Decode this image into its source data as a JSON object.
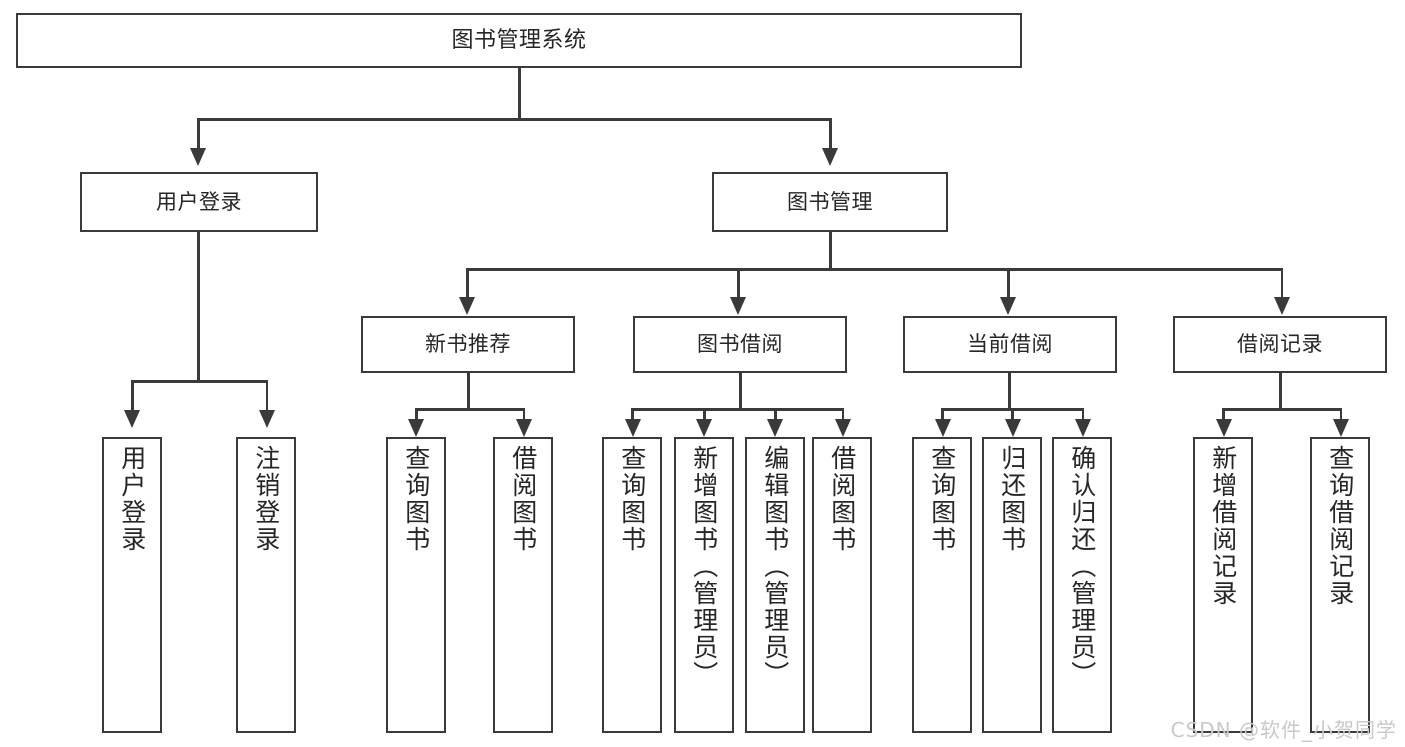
{
  "diagram": {
    "title": "图书管理系统",
    "type": "tree-hierarchy-chart",
    "root": {
      "label": "图书管理系统"
    },
    "level1": [
      {
        "label": "用户登录"
      },
      {
        "label": "图书管理"
      }
    ],
    "level2": [
      {
        "label": "新书推荐"
      },
      {
        "label": "图书借阅"
      },
      {
        "label": "当前借阅"
      },
      {
        "label": "借阅记录"
      }
    ],
    "leaves": {
      "user_login": [
        {
          "label": "用户登录"
        },
        {
          "label": "注销登录"
        }
      ],
      "new_book_recommend": [
        {
          "label": "查询图书"
        },
        {
          "label": "借阅图书"
        }
      ],
      "book_borrow": [
        {
          "label": "查询图书"
        },
        {
          "label": "新增图书（管理员）"
        },
        {
          "label": "编辑图书（管理员）"
        },
        {
          "label": "借阅图书"
        }
      ],
      "current_borrow": [
        {
          "label": "查询图书"
        },
        {
          "label": "归还图书"
        },
        {
          "label": "确认归还（管理员）"
        }
      ],
      "borrow_record": [
        {
          "label": "新增借阅记录"
        },
        {
          "label": "查询借阅记录"
        }
      ]
    }
  },
  "watermark": {
    "text": "CSDN @软件_小贺同学"
  },
  "colors": {
    "stroke": "#3a3a3a",
    "text": "#262626",
    "background": "#ffffff",
    "watermark": "#c9c9c9"
  }
}
